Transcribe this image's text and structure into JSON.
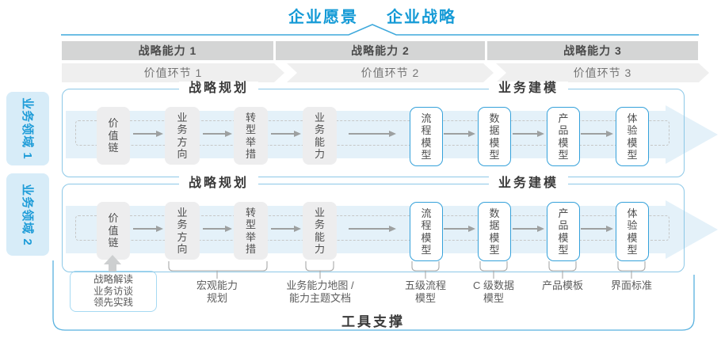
{
  "title": {
    "vision": "企业愿景",
    "strategy": "企业战略"
  },
  "capabilities": [
    "战略能力 1",
    "战略能力 2",
    "战略能力 3"
  ],
  "value_links": [
    "价值环节 1",
    "价值环节 2",
    "价值环节 3"
  ],
  "domains": [
    "业务领域 1",
    "业务领域 2"
  ],
  "panel": {
    "planning_header": "战略规划",
    "modeling_header": "业务建模",
    "gray_boxes": [
      "价值链",
      "业务方向",
      "转型举措",
      "业务能力"
    ],
    "blue_boxes": [
      "流程模型",
      "数据模型",
      "产品模型",
      "体验模型"
    ]
  },
  "annotations": {
    "practice_box": [
      "战略解读",
      "业务访谈",
      "领先实践"
    ],
    "macro": [
      "宏观能力",
      "规划"
    ],
    "capability_map": [
      "业务能力地图 /",
      "能力主题文档"
    ],
    "process_model": [
      "五级流程",
      "模型"
    ],
    "data_model": [
      "C 级数据",
      "模型"
    ],
    "product_template": "产品模板",
    "ui_standard": "界面标准"
  },
  "footer": {
    "tool_support": "工具支撑"
  },
  "colors": {
    "accent_blue": "#149AD6",
    "panel_border": "#8CC8E7",
    "band_blue": "#E4F1F9",
    "bar_gray": "#D4D5D5",
    "chevron_gray": "#EFEFEF",
    "box_gray": "#EDEDEE",
    "box_blue_border": "#35A1DA",
    "domain_fill": "#D7ECF8"
  }
}
